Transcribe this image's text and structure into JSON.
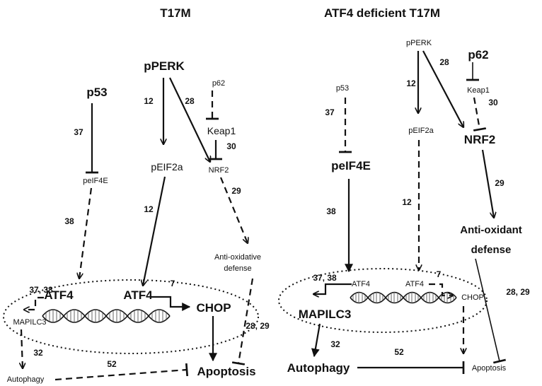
{
  "left_panel": {
    "title": "T17M",
    "nodes": {
      "ppERK": "pPERK",
      "p53": "p53",
      "p62": "p62",
      "keap1": "Keap1",
      "peif2a": "pEIF2a",
      "nrf2": "NRF2",
      "peif4e": "peIF4E",
      "anti_line1": "Anti-oxidative",
      "anti_line2": "defense",
      "atf4_left": "ATF4",
      "atf4_right": "ATF4",
      "chop": "CHOP",
      "mapilc3": "MAPILC3",
      "autophagy": "Autophagy",
      "apoptosis": "Apoptosis"
    },
    "refs": {
      "p53_peif4e": "37",
      "perk_eif2a": "12",
      "perk_nrf2": "28",
      "keap1_nrf2": "30",
      "nrf2_defense": "29",
      "peif4e_atf4": "38",
      "eif2a_atf4": "12",
      "atf4_chop": "7",
      "atf4_mapilc3": "37, 38",
      "defense_apoptosis": "28, 29",
      "mapilc3_autophagy": "32",
      "autophagy_apoptosis": "52"
    }
  },
  "right_panel": {
    "title": "ATF4 deficient T17M",
    "nodes": {
      "ppERK": "pPERK",
      "p53": "p53",
      "p62": "p62",
      "keap1": "Keap1",
      "peif2a": "pEIF2a",
      "nrf2": "NRF2",
      "peif4e": "peIF4E",
      "anti_line1": "Anti-oxidant",
      "anti_line2": "defense",
      "atf4_left": "ATF4",
      "atf4_right": "ATF4",
      "chop": "CHOP",
      "mapilc3": "MAPILC3",
      "autophagy": "Autophagy",
      "apoptosis": "Apoptosis"
    },
    "refs": {
      "p53_peif4e": "37",
      "perk_eif2a": "12",
      "perk_nrf2": "28",
      "keap1_nrf2": "30",
      "nrf2_defense": "29",
      "peif4e_atf4": "38",
      "eif2a_atf4": "12",
      "atf4_chop": "7",
      "atf4_mapilc3": "37, 38",
      "defense_apoptosis": "28, 29",
      "mapilc3_autophagy": "32",
      "autophagy_apoptosis": "52"
    }
  }
}
